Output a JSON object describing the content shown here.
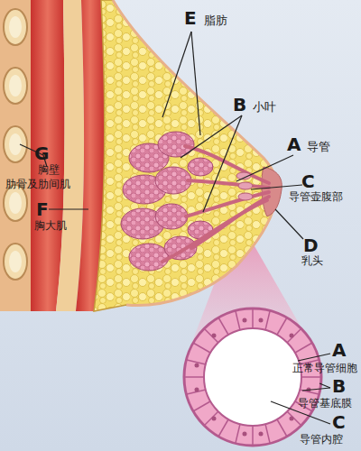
{
  "diagram": {
    "labels": [
      "E",
      "脂肪",
      "B",
      "小叶",
      "A",
      "导管",
      "C",
      "导管壶腹部",
      "D",
      "乳头",
      "G",
      "胸壁",
      "肋骨及肋间肌",
      "F",
      "胸大肌",
      "A",
      "正常导管细胞",
      "B",
      "导管基底膜",
      "C",
      "导管内腔"
    ]
  }
}
